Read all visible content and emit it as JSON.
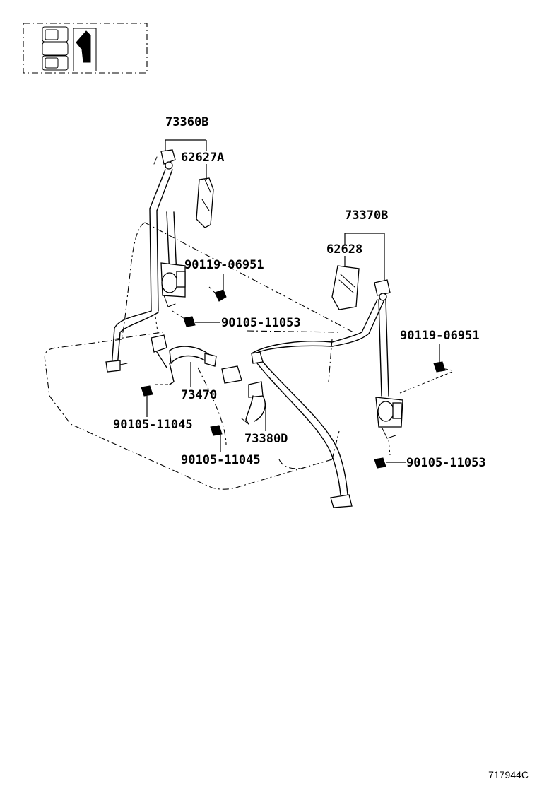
{
  "figure_id": "717944C",
  "parts": [
    {
      "label": "73360B"
    },
    {
      "label": "62627A"
    },
    {
      "label": "90119-06951"
    },
    {
      "label": "90105-11053"
    },
    {
      "label": "73370B"
    },
    {
      "label": "62628"
    },
    {
      "label": "90119-06951"
    },
    {
      "label": "73470"
    },
    {
      "label": "90105-11045"
    },
    {
      "label": "73380D"
    },
    {
      "label": "90105-11045"
    },
    {
      "label": "90105-11053"
    }
  ],
  "colors": {
    "ink": "#000000",
    "paper": "#ffffff"
  },
  "icons": [
    "seat-layout-inset-icon",
    "bolt-icon",
    "seat-belt-retractor-icon",
    "seat-belt-buckle-icon"
  ]
}
